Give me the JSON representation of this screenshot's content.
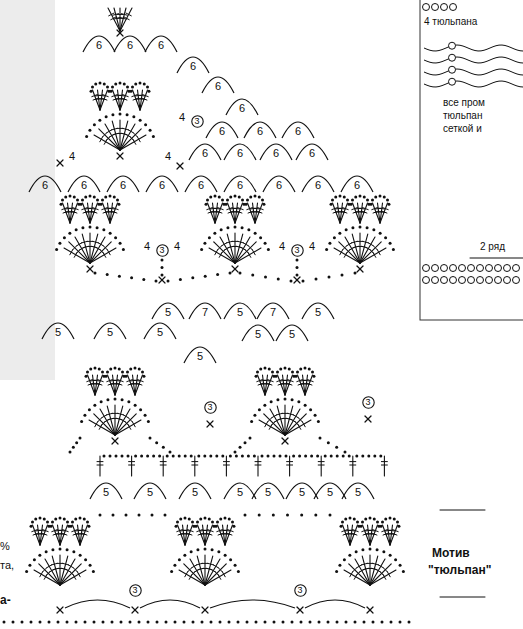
{
  "diagram": {
    "nodes": [
      {
        "text": [
          "3"
        ]
      },
      {
        "text": [
          "3"
        ]
      },
      {
        "text": [
          "3"
        ]
      },
      {
        "text": [
          "3"
        ]
      },
      {
        "text": [
          "3"
        ]
      },
      {
        "text": [
          "3"
        ]
      },
      {
        "text": [
          "3"
        ]
      }
    ],
    "labels": [
      "6",
      "6",
      "6",
      "6",
      "6",
      "6",
      "4",
      "6",
      "6",
      "6",
      "4",
      "4",
      "6",
      "6",
      "6",
      "6",
      "6",
      "6",
      "6",
      "6",
      "6",
      "6",
      "6",
      "6",
      "6",
      "4",
      "4",
      "4",
      "4",
      "5",
      "7",
      "5",
      "7",
      "5",
      "5",
      "5",
      "5",
      "5",
      "5",
      "5",
      "5",
      "5",
      "5",
      "5",
      "5",
      "5",
      "5",
      "5",
      "4 тюльпана",
      "все пром",
      "тюльпан",
      "сеткой и",
      "2 ряд",
      "Мотив",
      "\"тюльпан\"",
      "%",
      "та,",
      "а-"
    ]
  }
}
